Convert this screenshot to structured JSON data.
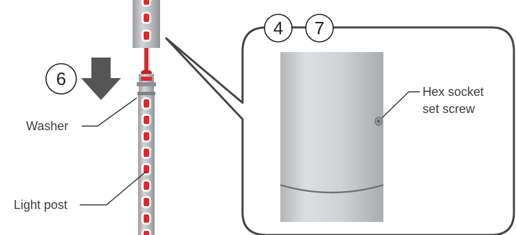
{
  "step_numbers": {
    "lower_step": "6",
    "detail_step_a": "4",
    "detail_step_b": "7"
  },
  "labels": {
    "washer": "Washer",
    "light_post": "Light post",
    "screw_line1": "Hex socket",
    "screw_line2": "set screw"
  },
  "colors": {
    "post_gray": "#b9bcbe",
    "led_red": "#e3262b",
    "arrow_gray": "#555555",
    "outline": "#444444"
  },
  "icons": {
    "insert_direction": "down-arrow-icon"
  }
}
